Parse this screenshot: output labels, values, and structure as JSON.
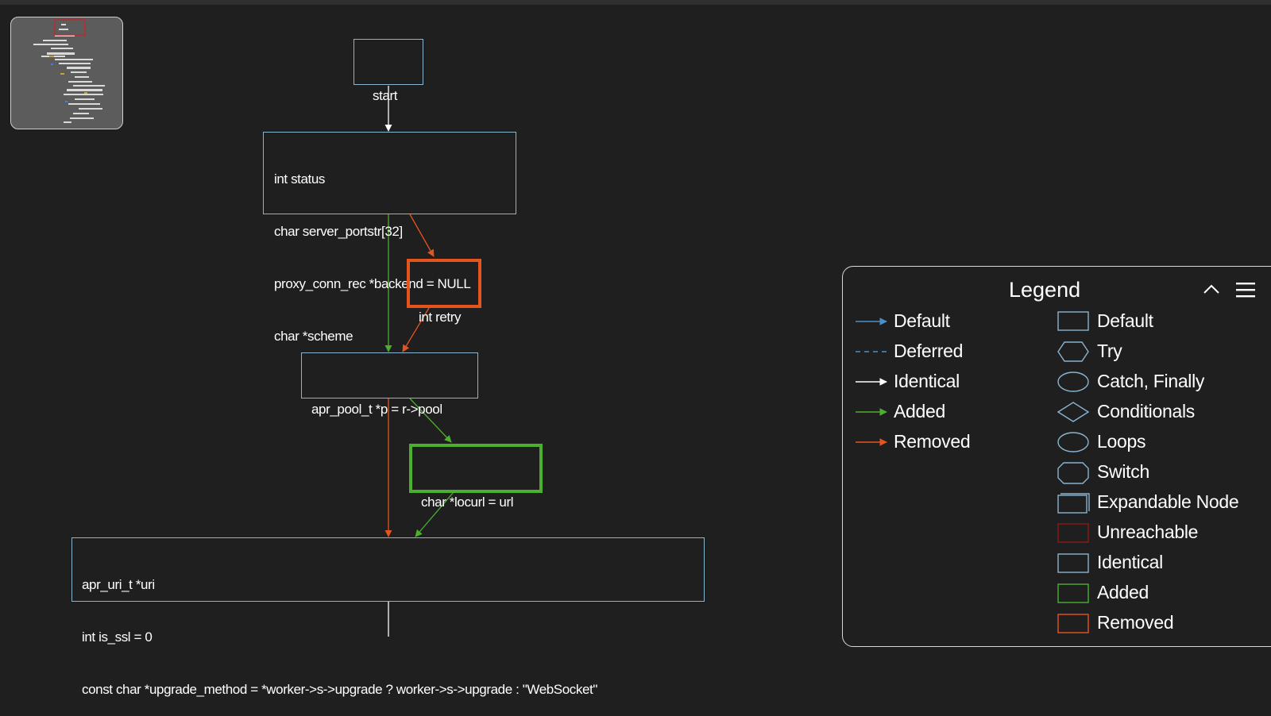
{
  "graph": {
    "nodes": {
      "start": {
        "lines": [
          "start"
        ]
      },
      "decl": {
        "lines": [
          "int status",
          "char server_portstr[32]",
          "proxy_conn_rec *backend = NULL",
          "char *scheme"
        ]
      },
      "retry": {
        "lines": [
          "int retry"
        ],
        "status": "removed"
      },
      "pool": {
        "lines": [
          "apr_pool_t *p = r->pool"
        ]
      },
      "locurl": {
        "lines": [
          "char *locurl = url"
        ],
        "status": "added"
      },
      "uri": {
        "lines": [
          "apr_uri_t *uri",
          "int is_ssl = 0",
          "const char *upgrade_method = *worker->s->upgrade ? worker->s->upgrade : \"WebSocket\""
        ]
      }
    },
    "edge_colors": {
      "identical": "#ffffff",
      "added": "#4caf2e",
      "removed": "#e3541f"
    }
  },
  "legend": {
    "title": "Legend",
    "edges": [
      {
        "label": "Default",
        "color": "#4a90c8",
        "style": "solid"
      },
      {
        "label": "Deferred",
        "color": "#4a90c8",
        "style": "dashed"
      },
      {
        "label": "Identical",
        "color": "#ffffff",
        "style": "solid"
      },
      {
        "label": "Added",
        "color": "#4caf2e",
        "style": "solid"
      },
      {
        "label": "Removed",
        "color": "#e3541f",
        "style": "solid"
      }
    ],
    "nodes": [
      {
        "label": "Default",
        "shape": "rect",
        "color": "#8ab4cf"
      },
      {
        "label": "Try",
        "shape": "hexagon",
        "color": "#8ab4cf"
      },
      {
        "label": "Catch, Finally",
        "shape": "ellipse",
        "color": "#8ab4cf"
      },
      {
        "label": "Conditionals",
        "shape": "diamond",
        "color": "#8ab4cf"
      },
      {
        "label": "Loops",
        "shape": "ellipse",
        "color": "#8ab4cf"
      },
      {
        "label": "Switch",
        "shape": "octagon",
        "color": "#8ab4cf"
      },
      {
        "label": "Expandable Node",
        "shape": "stacked-rect",
        "color": "#8ab4cf"
      },
      {
        "label": "Unreachable",
        "shape": "rect",
        "color": "#8b1a1a"
      },
      {
        "label": "Identical",
        "shape": "rect",
        "color": "#8ab4cf"
      },
      {
        "label": "Added",
        "shape": "rect",
        "color": "#4caf2e"
      },
      {
        "label": "Removed",
        "shape": "rect",
        "color": "#e3541f"
      }
    ]
  }
}
